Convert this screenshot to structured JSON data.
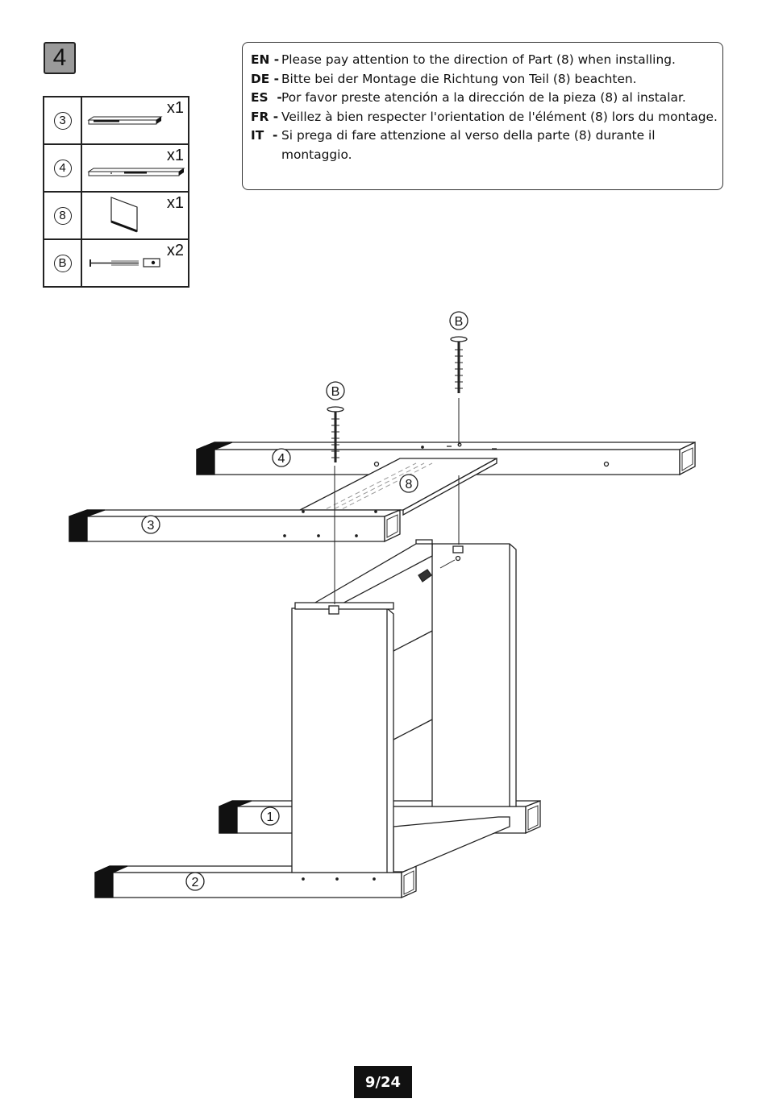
{
  "step": {
    "number": "4"
  },
  "parts": [
    {
      "id": "3",
      "qty": "x1",
      "icon": "long-rail-icon"
    },
    {
      "id": "4",
      "qty": "x1",
      "icon": "long-rail-with-holes-icon"
    },
    {
      "id": "8",
      "qty": "x1",
      "icon": "panel-icon"
    },
    {
      "id": "B",
      "qty": "x2",
      "icon": "bolt-and-barrel-nut-icon"
    }
  ],
  "instructions": [
    {
      "code": "EN -",
      "text": "Please pay attention to the direction of Part (8) when installing."
    },
    {
      "code": "DE -",
      "text": "Bitte bei der Montage die Richtung von Teil (8) beachten."
    },
    {
      "code": "ES  -",
      "text": "Por favor preste atención a la dirección de la pieza (8) al instalar."
    },
    {
      "code": "FR -",
      "text": "Veillez à bien respecter l'orientation de l'élément (8) lors du montage."
    },
    {
      "code": "IT  -",
      "text": "Si prega di fare attenzione al verso della parte (8) durante il montaggio."
    }
  ],
  "diagram": {
    "labels": {
      "bolt_a": "B",
      "bolt_b": "B",
      "rail_4": "4",
      "panel_8": "8",
      "rail_3": "3",
      "base_1": "1",
      "base_2": "2"
    }
  },
  "footer": {
    "page": "9/24"
  }
}
